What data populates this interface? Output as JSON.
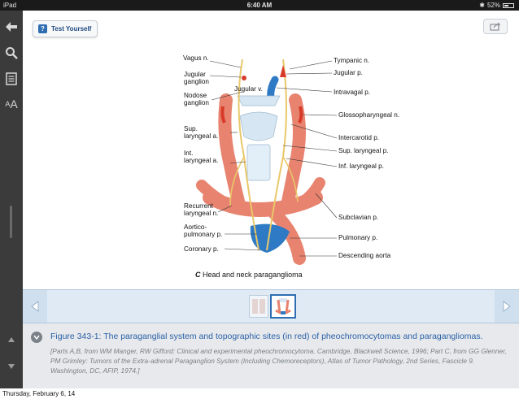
{
  "status_bar": {
    "device": "iPad",
    "time": "6:40 AM",
    "battery": "52%"
  },
  "toolbar": {
    "back_icon": "arrow-left-icon",
    "search_icon": "search-icon",
    "notes_icon": "notes-icon",
    "font_size": {
      "small": "A",
      "large": "A"
    }
  },
  "content": {
    "test_yourself_label": "Test Yourself",
    "test_yourself_icon": "?",
    "share_icon": "share-icon"
  },
  "figure": {
    "labels_left": [
      "Vagus n.",
      "Jugular",
      "ganglion",
      "Nodose",
      "ganglion",
      "Sup.",
      "laryngeal a.",
      "Int.",
      "laryngeal a.",
      "Recurrent",
      "laryngeal n.",
      "Aortico-",
      "pulmonary p.",
      "Coronary p."
    ],
    "label_center": "Jugular v.",
    "labels_right": [
      "Tympanic n.",
      "Jugular p.",
      "Intravagal p.",
      "Glossopharyngeal n.",
      "Intercarotid p.",
      "Sup. laryngeal p.",
      "Inf. laryngeal p.",
      "Subclavian p.",
      "Pulmonary p.",
      "Descending aorta"
    ],
    "caption_letter": "C",
    "caption_text": "Head and neck paraganglioma"
  },
  "caption": {
    "figure_number": "Figure 343-1",
    "title_text": ": The paraganglial system and topographic sites (in red) of pheochromocytomas and paragangliomas.",
    "source": "[Parts A,B, from WM Manger, RW Gifford: Clinical and experimental pheochromocytoma. Cambridge, Blackwell Science, 1996; Part C, from GG Glenner, PM Grimley: Tumors of the Extra-adrenal Paraganglion System (Including Chemoreceptors), Atlas of Tumor Pathology, 2nd Series, Fascicle 9. Washington, DC, AFIP, 1974.]"
  },
  "footer": {
    "date": "Thursday, February 6, 14"
  },
  "colors": {
    "artery": "#e8836f",
    "vein": "#2e7ac4",
    "nerve": "#e9c86a",
    "tumor": "#d83a2a",
    "cartilage": "#d6e7f3",
    "accent": "#2a61a7"
  }
}
